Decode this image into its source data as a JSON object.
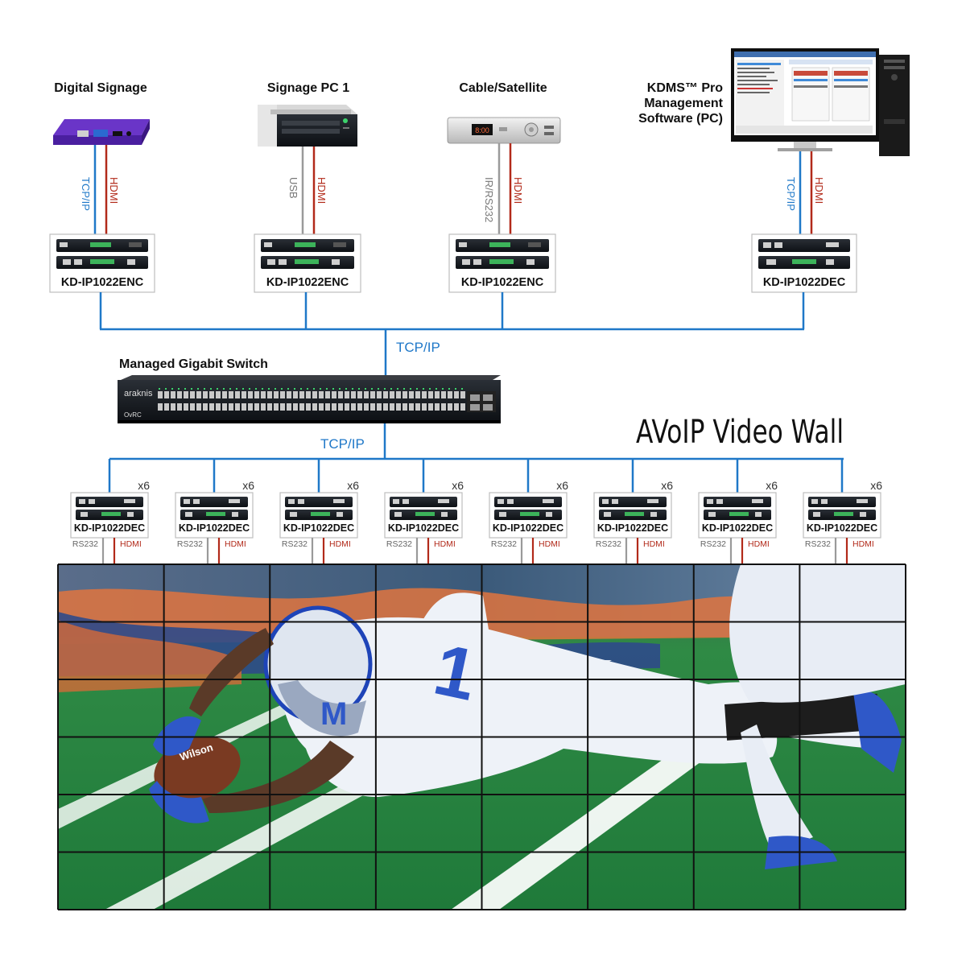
{
  "colors": {
    "network": "#1f78c8",
    "hdmi": "#b22a1a",
    "usb": "#9a9a9a",
    "panel_border": "#111111"
  },
  "sources": [
    {
      "label": "Digital Signage",
      "device_icon": "media-player-icon",
      "cable_a": "TCP/IP",
      "cable_b": "HDMI",
      "unit": "KD-IP1022ENC"
    },
    {
      "label": "Signage PC 1",
      "device_icon": "desktop-pc-icon",
      "cable_a": "USB",
      "cable_b": "HDMI",
      "unit": "KD-IP1022ENC"
    },
    {
      "label": "Cable/Satellite",
      "device_icon": "set-top-box-icon",
      "cable_a": "IR/RS232",
      "cable_b": "HDMI",
      "unit": "KD-IP1022ENC"
    },
    {
      "label_lines": [
        "KDMS™ Pro",
        "Management",
        "Software (PC)"
      ],
      "device_icon": "management-pc-icon",
      "cable_a": "TCP/IP",
      "cable_b": "HDMI",
      "unit": "KD-IP1022DEC"
    }
  ],
  "network_label_top": "TCP/IP",
  "switch": {
    "label": "Managed Gigabit Switch",
    "brand": "araknis",
    "model_badge": "OvRC"
  },
  "network_label_bottom": "TCP/IP",
  "wall_title": "AVoIP Video Wall",
  "decoders": [
    {
      "unit": "KD-IP1022DEC",
      "count": "x6",
      "cable_a": "RS232",
      "cable_b": "HDMI"
    },
    {
      "unit": "KD-IP1022DEC",
      "count": "x6",
      "cable_a": "RS232",
      "cable_b": "HDMI"
    },
    {
      "unit": "KD-IP1022DEC",
      "count": "x6",
      "cable_a": "RS232",
      "cable_b": "HDMI"
    },
    {
      "unit": "KD-IP1022DEC",
      "count": "x6",
      "cable_a": "RS232",
      "cable_b": "HDMI"
    },
    {
      "unit": "KD-IP1022DEC",
      "count": "x6",
      "cable_a": "RS232",
      "cable_b": "HDMI"
    },
    {
      "unit": "KD-IP1022DEC",
      "count": "x6",
      "cable_a": "RS232",
      "cable_b": "HDMI"
    },
    {
      "unit": "KD-IP1022DEC",
      "count": "x6",
      "cable_a": "RS232",
      "cable_b": "HDMI"
    },
    {
      "unit": "KD-IP1022DEC",
      "count": "x6",
      "cable_a": "RS232",
      "cable_b": "HDMI"
    }
  ],
  "video_wall": {
    "columns": 8,
    "rows": 6,
    "content": "football-player-diving-image",
    "jersey_number": "1",
    "helmet_letter": "M",
    "ball_brand": "Wilson"
  }
}
